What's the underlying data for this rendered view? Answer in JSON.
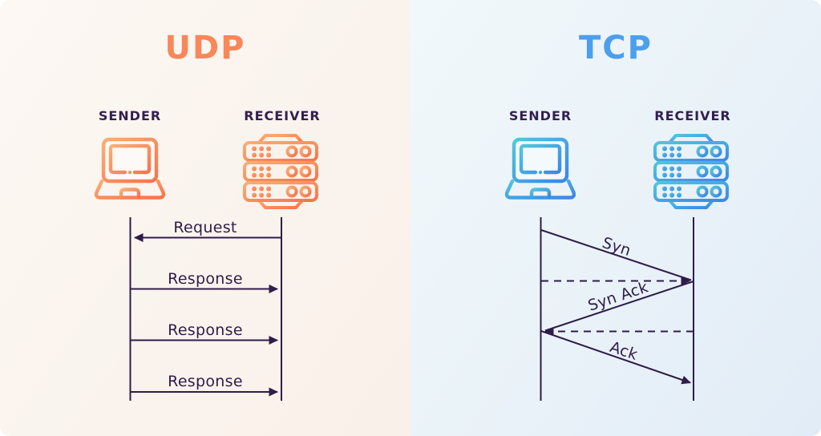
{
  "udp": {
    "title": "UDP",
    "accent_color": "#F8875A",
    "icon_gradient": [
      "#FCAE74",
      "#F7744D"
    ],
    "sender": "SENDER",
    "receiver": "RECEIVER",
    "sender_icon": "laptop-icon",
    "receiver_icon": "server-rack-icon",
    "messages": [
      {
        "label": "Request",
        "from": "receiver",
        "to": "sender",
        "line": "solid-horizontal"
      },
      {
        "label": "Response",
        "from": "sender",
        "to": "receiver",
        "line": "solid-horizontal"
      },
      {
        "label": "Response",
        "from": "sender",
        "to": "receiver",
        "line": "solid-horizontal"
      },
      {
        "label": "Response",
        "from": "sender",
        "to": "receiver",
        "line": "solid-horizontal"
      }
    ]
  },
  "tcp": {
    "title": "TCP",
    "accent_color": "#4C9FEC",
    "icon_gradient": [
      "#52C6DC",
      "#3B87E9"
    ],
    "sender": "SENDER",
    "receiver": "RECEIVER",
    "sender_icon": "laptop-icon",
    "receiver_icon": "server-rack-icon",
    "messages": [
      {
        "label": "Syn",
        "from": "sender",
        "to": "receiver",
        "line": "diagonal-with-dashed-return"
      },
      {
        "label": "Syn Ack",
        "from": "receiver",
        "to": "sender",
        "line": "diagonal-with-dashed-return"
      },
      {
        "label": "Ack",
        "from": "sender",
        "to": "receiver",
        "line": "diagonal"
      }
    ]
  },
  "colors": {
    "diagram_line": "#2F1C49",
    "label_text": "#331F50",
    "udp_background": "#FAF3ED",
    "tcp_background": "#E9F2F8",
    "page_background": "#FFFFFF"
  }
}
